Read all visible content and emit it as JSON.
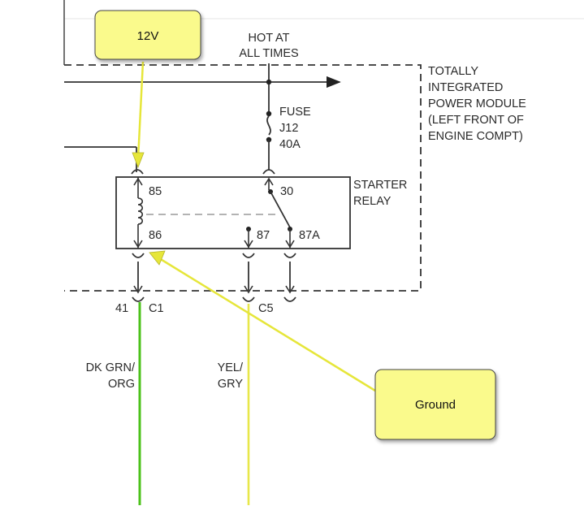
{
  "callouts": {
    "top": "12V",
    "bottom": "Ground"
  },
  "supply": {
    "line1": "HOT AT",
    "line2": "ALL TIMES"
  },
  "module": {
    "line1": "TOTALLY",
    "line2": "INTEGRATED",
    "line3": "POWER MODULE",
    "line4": "(LEFT FRONT OF",
    "line5": "ENGINE COMPT)"
  },
  "fuse": {
    "title": "FUSE",
    "id": "J12",
    "rating": "40A"
  },
  "relay": {
    "line1": "STARTER",
    "line2": "RELAY",
    "pin85": "85",
    "pin86": "86",
    "pin30": "30",
    "pin87": "87",
    "pin87a": "87A"
  },
  "connectors": {
    "c1_cavity": "41",
    "c1": "C1",
    "c5": "C5"
  },
  "wires": {
    "left_line1": "DK GRN/",
    "left_line2": "ORG",
    "right_line1": "YEL/",
    "right_line2": "GRY"
  },
  "colors": {
    "green_wire": "#4cc21b",
    "yellow_wire": "#e8e74a",
    "callout_fill": "#fafa8c",
    "arrow": "#e6e63a"
  }
}
